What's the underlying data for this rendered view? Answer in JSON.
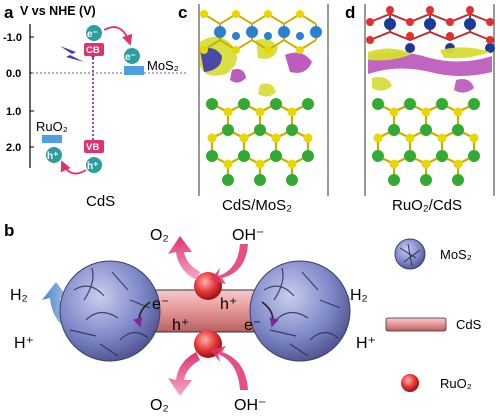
{
  "panels": {
    "a": {
      "letter": "a",
      "axis_title": "V vs NHE (V)",
      "ticks": [
        "-1.0",
        "0.0",
        "1.0",
        "2.0"
      ],
      "cb_label": "CB",
      "vb_label": "VB",
      "electron_label": "e⁻",
      "hole_label": "h⁺",
      "mos2_label": "MoS₂",
      "ruo2_label": "RuO₂",
      "material_label": "CdS"
    },
    "c": {
      "letter": "c",
      "caption": "CdS/MoS₂"
    },
    "d": {
      "letter": "d",
      "caption": "RuO₂/CdS"
    },
    "b": {
      "letter": "b",
      "o2_label": "O₂",
      "oh_label": "OH⁻",
      "h2_label": "H₂",
      "hplus_label": "H⁺",
      "electron_label": "e⁻",
      "hole_label": "h⁺",
      "legend": [
        {
          "label": "MoS₂",
          "icon": "mos2-sphere-icon"
        },
        {
          "label": "CdS",
          "icon": "cds-rod-icon"
        },
        {
          "label": "RuO₂",
          "icon": "ruo2-sphere-icon"
        }
      ]
    }
  },
  "colors": {
    "pink_accent": "#e0336e",
    "cb_box": "#e0336e",
    "mos2_blue": "#5b6fb3",
    "cds_green": "#33aa33",
    "s_yellow": "#e8d800",
    "mo_blue": "#2a7fd0",
    "ruo2_red": "#e03030",
    "arrow_blue": "#6fa0d6"
  }
}
